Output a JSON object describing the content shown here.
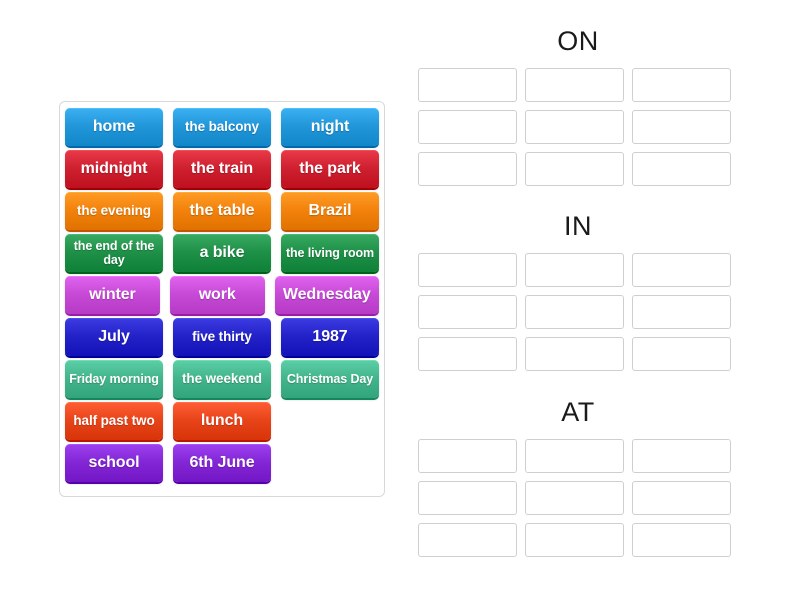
{
  "activity": {
    "type": "drag-and-drop-group-sort",
    "palette": {
      "blue": "#2196d9",
      "red": "#cf2030",
      "orange": "#f2820c",
      "green": "#1f9048",
      "magenta": "#c64ad6",
      "navy": "#2222c8",
      "seagreen": "#43b58c",
      "orangered": "#e8441a",
      "purple": "#8326d6",
      "slot_border": "#cfcfcf",
      "bank_border": "#d8d8d8",
      "title_color": "#1a1a1a"
    }
  },
  "word_bank": {
    "name": "word-bank",
    "rows": [
      {
        "color_name": "blue",
        "tiles": [
          {
            "label": "home",
            "lines": 1
          },
          {
            "label": "the balcony",
            "lines": 1
          },
          {
            "label": "night",
            "lines": 1
          }
        ]
      },
      {
        "color_name": "red",
        "tiles": [
          {
            "label": "midnight",
            "lines": 1
          },
          {
            "label": "the train",
            "lines": 1
          },
          {
            "label": "the park",
            "lines": 1
          }
        ]
      },
      {
        "color_name": "orange",
        "tiles": [
          {
            "label": "the evening",
            "lines": 1
          },
          {
            "label": "the table",
            "lines": 1
          },
          {
            "label": "Brazil",
            "lines": 1
          }
        ]
      },
      {
        "color_name": "green",
        "tiles": [
          {
            "label": "the end of the day",
            "lines": 2
          },
          {
            "label": "a bike",
            "lines": 1
          },
          {
            "label": "the living room",
            "lines": 2
          }
        ]
      },
      {
        "color_name": "magenta",
        "tiles": [
          {
            "label": "winter",
            "lines": 1
          },
          {
            "label": "work",
            "lines": 1
          },
          {
            "label": "Wednesday",
            "lines": 1
          }
        ]
      },
      {
        "color_name": "navy",
        "tiles": [
          {
            "label": "July",
            "lines": 1
          },
          {
            "label": "five thirty",
            "lines": 1
          },
          {
            "label": "1987",
            "lines": 1
          }
        ]
      },
      {
        "color_name": "seagreen",
        "tiles": [
          {
            "label": "Friday morning",
            "lines": 2
          },
          {
            "label": "the weekend",
            "lines": 1
          },
          {
            "label": "Christmas Day",
            "lines": 2
          }
        ]
      },
      {
        "color_name": "orangered",
        "tiles": [
          {
            "label": "half past two",
            "lines": 1
          },
          {
            "label": "lunch",
            "lines": 1
          }
        ]
      },
      {
        "color_name": "purple",
        "tiles": [
          {
            "label": "school",
            "lines": 1
          },
          {
            "label": "6th June",
            "lines": 1
          }
        ]
      }
    ]
  },
  "categories": [
    {
      "id": "on",
      "title": "ON",
      "rows": 3,
      "cols": 3,
      "slots": [
        "",
        "",
        "",
        "",
        "",
        "",
        "",
        "",
        ""
      ]
    },
    {
      "id": "in",
      "title": "IN",
      "rows": 3,
      "cols": 3,
      "slots": [
        "",
        "",
        "",
        "",
        "",
        "",
        "",
        "",
        ""
      ]
    },
    {
      "id": "at",
      "title": "AT",
      "rows": 3,
      "cols": 3,
      "slots": [
        "",
        "",
        "",
        "",
        "",
        "",
        "",
        "",
        ""
      ]
    }
  ]
}
